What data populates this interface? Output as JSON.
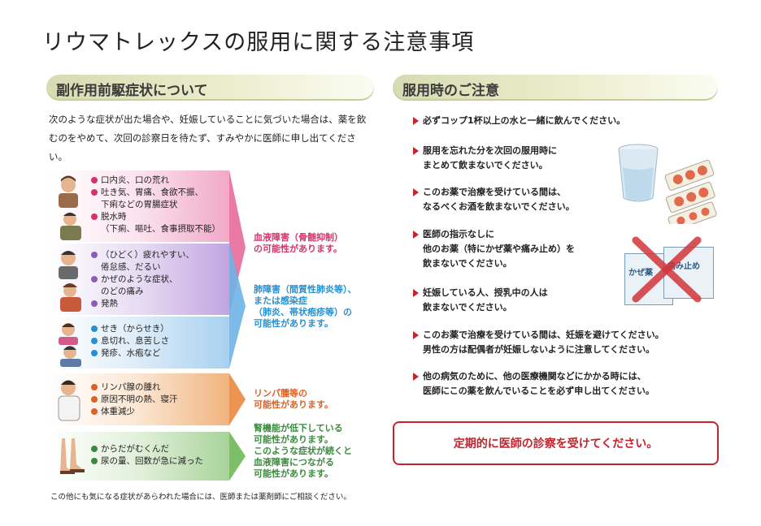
{
  "page_title": "リウマトレックスの服用に関する注意事項",
  "left_section": {
    "heading": "副作用前駆症状について",
    "intro": "次のような症状が出た場合や、妊娠していることに気づいた場合は、薬を飲むのをやめて、次回の診察日を待たず、すみやかに医師に申し出てください。",
    "groups": [
      {
        "symptoms": [
          "口内炎、口の荒れ",
          "吐き気、胃痛、食欲不振、",
          "下痢などの胃腸症状",
          "脱水時",
          "（下痢、嘔吐、食事摂取不能）"
        ]
      },
      {
        "symptoms": [
          "（ひどく）疲れやすい、",
          "倦怠感、だるい",
          "かぜのような症状、",
          "のどの痛み",
          "発熱"
        ]
      },
      {
        "symptoms": [
          "せき（からせき）",
          "息切れ、息苦しさ",
          "発疹、水疱など"
        ]
      },
      {
        "symptoms": [
          "リンパ腺の腫れ",
          "原因不明の熱、寝汗",
          "体重減少"
        ]
      },
      {
        "symptoms": [
          "からだがむくんだ",
          "尿の量、回数が急に減った"
        ]
      }
    ],
    "results": [
      {
        "lines": [
          "血液障害（骨髄抑制）",
          "の可能性があります。"
        ],
        "color": "#d6336b"
      },
      {
        "lines": [
          "肺障害（間質性肺炎等）、",
          "または感染症",
          "（肺炎、帯状疱疹等）の",
          "可能性があります。"
        ],
        "color": "#2a8fce"
      },
      {
        "lines": [
          "リンパ腫等の",
          "可能性があります。"
        ],
        "color": "#d9622b"
      },
      {
        "lines": [
          "腎機能が低下している",
          "可能性があります。",
          "このような症状が続くと",
          "血液障害につながる",
          "可能性があります。"
        ],
        "color": "#3b8a3e"
      }
    ],
    "footnote": "この他にも気になる症状があらわれた場合には、医師または薬剤師にご相談ください。"
  },
  "right_section": {
    "heading": "服用時のご注意",
    "notes": [
      [
        "必ずコップ1杯以上の水と一緒に飲んでください。"
      ],
      [
        "服用を忘れた分を次回の服用時に",
        "まとめて飲まないでください。"
      ],
      [
        "このお薬で治療を受けている間は、",
        "なるべくお酒を飲まないでください。"
      ],
      [
        "医師の指示なしに",
        "他のお薬（特にかぜ薬や痛み止め）を",
        "飲まないでください。"
      ],
      [
        "妊娠している人、授乳中の人は",
        "飲まないでください。"
      ],
      [
        "このお薬で治療を受けている間は、妊娠を避けてください。",
        "男性の方は配偶者が妊娠しないように注意してください。"
      ],
      [
        "他の病気のために、他の医療機関などにかかる時には、",
        "医師にこの薬を飲んでいることを必ず申し出てください。"
      ]
    ],
    "medicine_labels": {
      "cold": "かぜ薬",
      "pain": "痛み止め"
    },
    "banner": "定期的に医師の診察を受けてください。"
  },
  "colors": {
    "pink": "#d6336b",
    "purple": "#8a5fb3",
    "blue": "#2a8fce",
    "orange": "#d9622b",
    "green": "#3b8a3e",
    "red": "#c4232c"
  },
  "icons": [
    "glass-of-water-icon",
    "pill-pack-icon",
    "cold-medicine-bag-icon",
    "painkiller-bag-icon",
    "cross-mark-icon",
    "person-figure-icon"
  ]
}
